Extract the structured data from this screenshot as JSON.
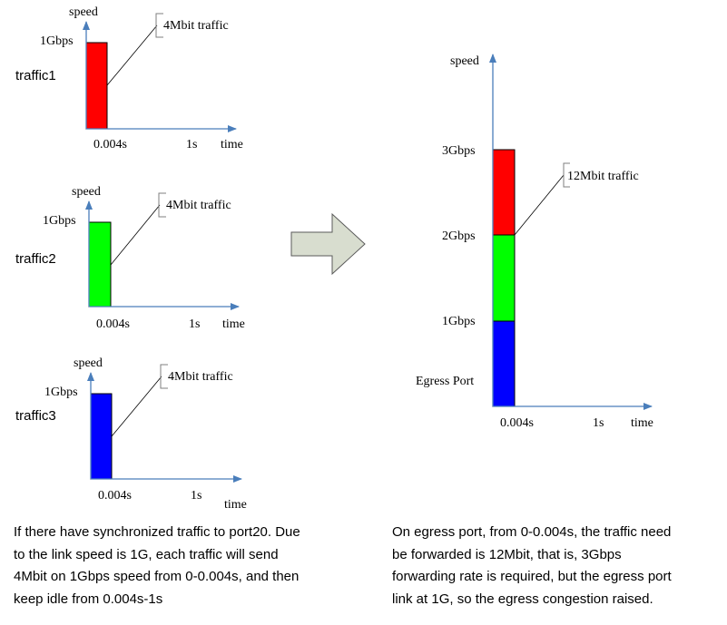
{
  "colors": {
    "traffic1": "#ff0000",
    "traffic2": "#00ff00",
    "traffic3": "#0000ff",
    "axis": "#4a7ebb",
    "arrow": "#d8ddcf"
  },
  "charts": [
    {
      "name": "traffic1",
      "ylabel": "speed",
      "ytick": "1Gbps",
      "xticks": [
        "0.004s",
        "1s"
      ],
      "xlabel": "time",
      "callout": "4Mbit traffic"
    },
    {
      "name": "traffic2",
      "ylabel": "speed",
      "ytick": "1Gbps",
      "xticks": [
        "0.004s",
        "1s"
      ],
      "xlabel": "time",
      "callout": "4Mbit traffic"
    },
    {
      "name": "traffic3",
      "ylabel": "speed",
      "ytick": "1Gbps",
      "xticks": [
        "0.004s",
        "1s"
      ],
      "xlabel": "time",
      "callout": "4Mbit traffic"
    }
  ],
  "egress": {
    "ylabel": "speed",
    "yticks": [
      "1Gbps",
      "2Gbps",
      "3Gbps"
    ],
    "name": "Egress Port",
    "xticks": [
      "0.004s",
      "1s"
    ],
    "xlabel": "time",
    "callout": "12Mbit traffic"
  },
  "text": {
    "left": [
      "If there have synchronized traffic to port20. Due",
      "to the link speed is 1G, each traffic will send",
      "4Mbit on 1Gbps speed from 0-0.004s, and then",
      "keep idle from 0.004s-1s"
    ],
    "right": [
      "On egress port, from 0-0.004s, the traffic need",
      "be forwarded is 12Mbit, that is, 3Gbps",
      "forwarding rate is required, but the egress port",
      "link at 1G, so the egress congestion raised."
    ]
  }
}
